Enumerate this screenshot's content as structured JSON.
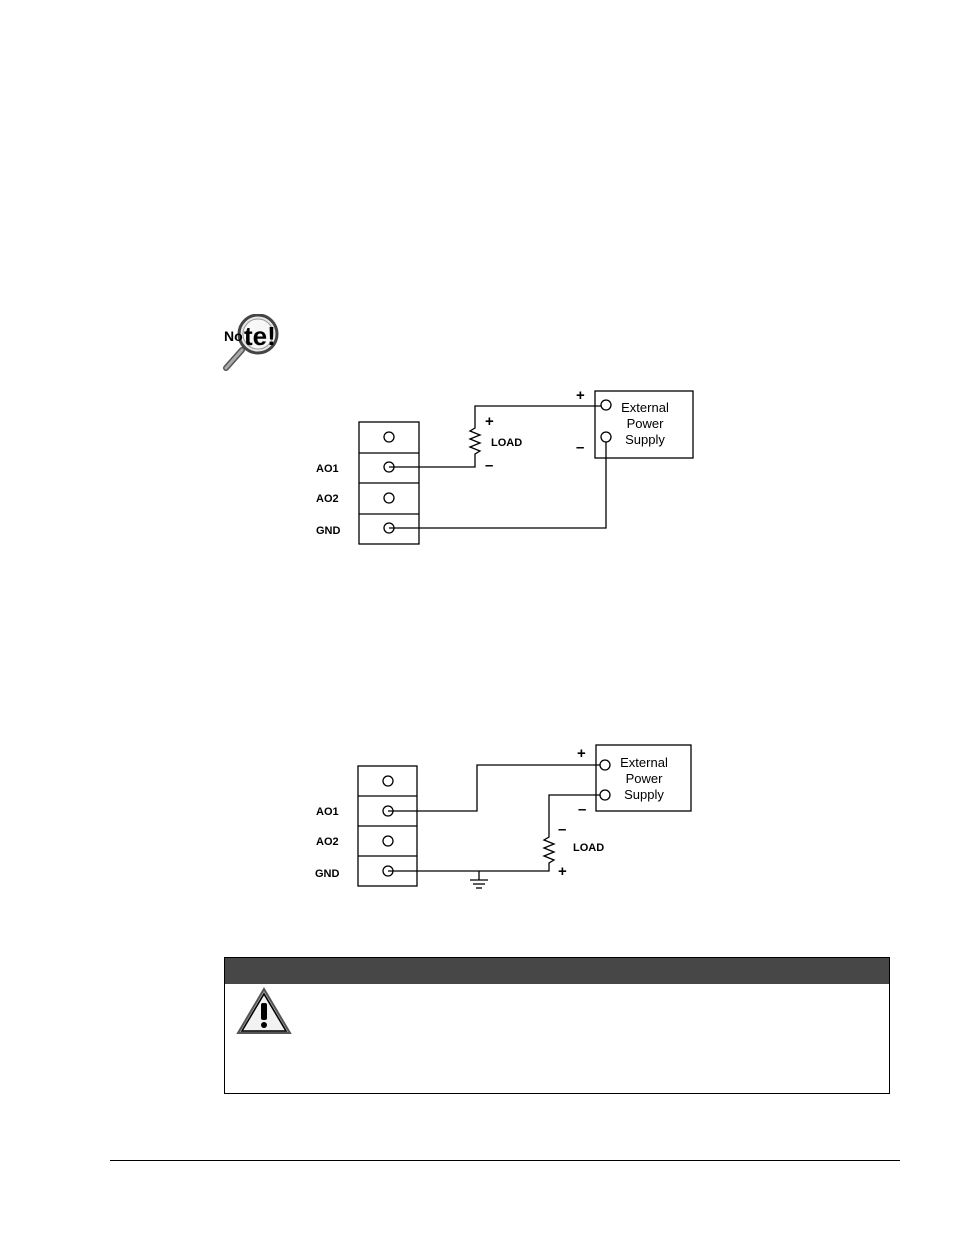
{
  "note_icon": {
    "text": "Note!",
    "icon": "magnifier-note-icon"
  },
  "figure1": {
    "terminal_labels": [
      "AO1",
      "AO2",
      "GND"
    ],
    "load_label": "LOAD",
    "load_plus": "+",
    "load_minus": "–",
    "supply_plus": "+",
    "supply_minus": "–",
    "supply_lines": [
      "External",
      "Power",
      "Supply"
    ]
  },
  "figure2": {
    "terminal_labels": [
      "AO1",
      "AO2",
      "GND"
    ],
    "load_label": "LOAD",
    "load_plus": "+",
    "load_minus": "–",
    "supply_plus": "+",
    "supply_minus": "–",
    "supply_lines": [
      "External",
      "Power",
      "Supply"
    ]
  },
  "warning": {
    "icon": "warning-triangle-icon",
    "header_color": "#474747"
  }
}
